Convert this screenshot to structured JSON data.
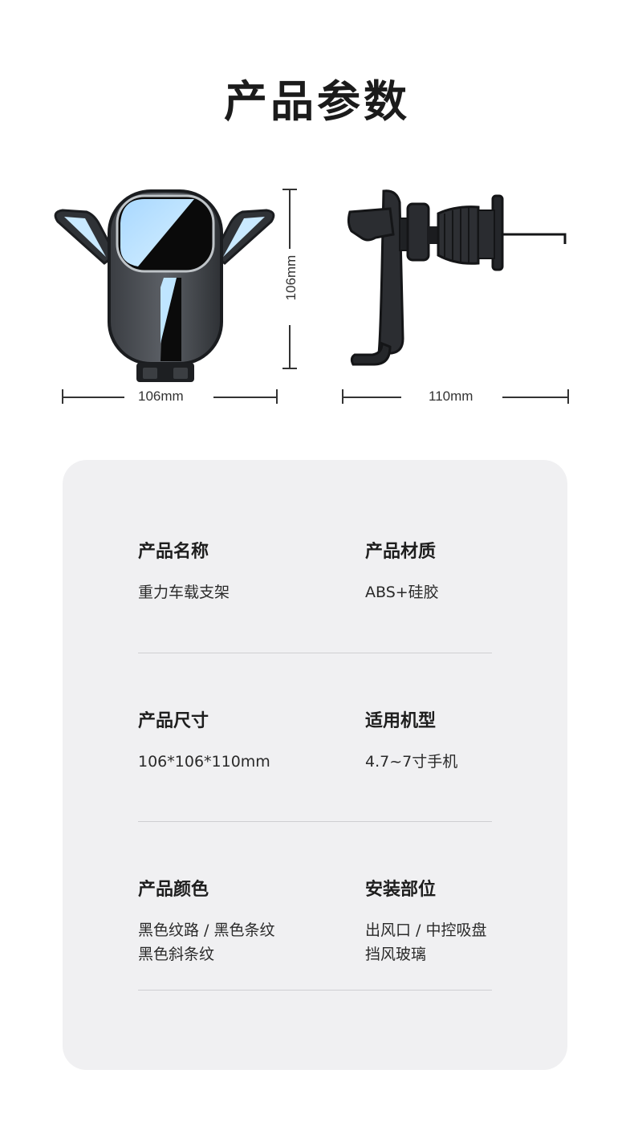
{
  "page": {
    "title": "产品参数"
  },
  "dimensions": {
    "front_height": "106mm",
    "front_width": "106mm",
    "side_width": "110mm"
  },
  "specs": [
    {
      "label": "产品名称",
      "value": "重力车载支架"
    },
    {
      "label": "产品材质",
      "value": "ABS+硅胶"
    },
    {
      "label": "产品尺寸",
      "value": "106*106*110mm"
    },
    {
      "label": "适用机型",
      "value": "4.7~7寸手机"
    },
    {
      "label": "产品颜色",
      "value_lines": [
        "黑色纹路 / 黑色条纹",
        "黑色斜条纹"
      ]
    },
    {
      "label": "安装部位",
      "value_lines": [
        "出风口 / 中控吸盘",
        "挡风玻璃"
      ]
    }
  ]
}
